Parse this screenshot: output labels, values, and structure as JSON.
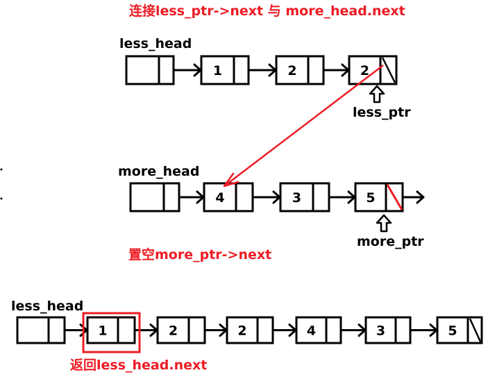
{
  "colors": {
    "accent": "#ed1c24",
    "stroke": "#000000"
  },
  "captions": {
    "step_connect": "连接less_ptr->next 与 more_head.next",
    "step_clear": "置空more_ptr->next",
    "step_return": "返回less_head.next"
  },
  "less_list": {
    "head_label": "less_head",
    "pointer_label": "less_ptr",
    "values": [
      "",
      "1",
      "2",
      "2"
    ]
  },
  "more_list": {
    "head_label": "more_head",
    "pointer_label": "more_ptr",
    "values": [
      "",
      "4",
      "3",
      "5"
    ]
  },
  "merged_list": {
    "head_label": "less_head",
    "values": [
      "",
      "1",
      "2",
      "2",
      "4",
      "3",
      "5"
    ]
  }
}
